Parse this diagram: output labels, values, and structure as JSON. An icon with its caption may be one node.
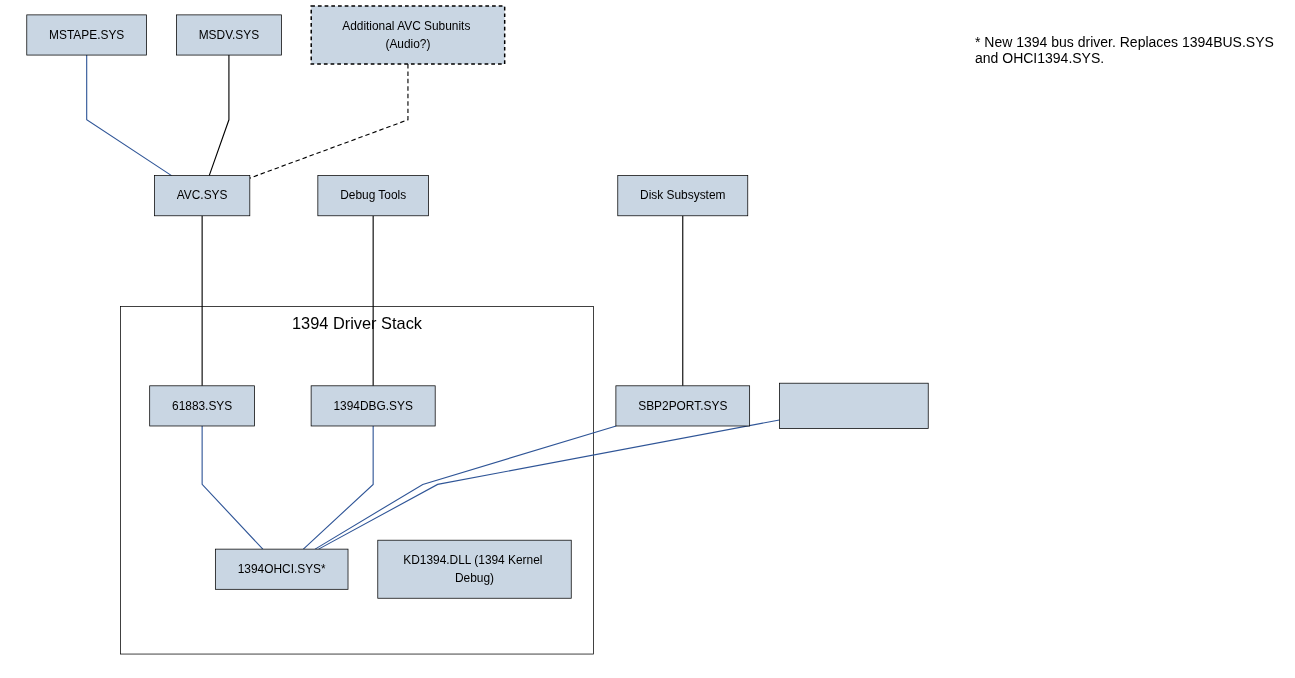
{
  "diagram": {
    "nodes": [
      {
        "text": [
          "MSTAPE.SYS"
        ]
      },
      {
        "text": [
          "MSDV.SYS"
        ]
      },
      {
        "text": [
          "Additional AVC Subunits (Audio?)"
        ]
      },
      {
        "text": [
          "AVC.SYS"
        ]
      },
      {
        "text": [
          "Debug Tools"
        ]
      },
      {
        "text": [
          "Disk Subsystem"
        ]
      },
      {
        "text": [
          "1394 Driver Stack"
        ]
      },
      {
        "text": [
          "61883.SYS"
        ],
        "in": 6
      },
      {
        "text": [
          "1394DBG.SYS"
        ],
        "in": 6
      },
      {
        "text": [
          "SBP2PORT.SYS"
        ]
      },
      {
        "text": [],
        "shape": "box"
      },
      {
        "text": [
          "1394OHCI.SYS*"
        ],
        "in": 6
      },
      {
        "text": [
          "KD1394.DLL (1394 Kernel Debug)"
        ],
        "in": 6
      }
    ],
    "edges": [
      {
        "from": 0,
        "to": 3,
        "arrow": "none"
      },
      {
        "from": 1,
        "to": 3,
        "arrow": "none",
        "color": "#000000"
      },
      {
        "from": 2,
        "to": 3,
        "arrow": "none",
        "style": "dashed",
        "color": "#000000"
      },
      {
        "from": 3,
        "to": 7,
        "arrow": "none",
        "color": "#000000"
      },
      {
        "from": 4,
        "to": 8,
        "arrow": "none",
        "color": "#000000"
      },
      {
        "from": 5,
        "to": 9,
        "arrow": "none",
        "color": "#000000"
      },
      {
        "from": 7,
        "to": 11,
        "arrow": "none"
      },
      {
        "from": 8,
        "to": 11,
        "arrow": "none"
      },
      {
        "from": 9,
        "to": 11,
        "arrow": "none"
      },
      {
        "from": 10,
        "to": 11,
        "arrow": "none"
      }
    ],
    "labels": [
      "* New 1394 bus driver. Replaces 1394BUS.SYS and OHCI1394.SYS."
    ]
  }
}
